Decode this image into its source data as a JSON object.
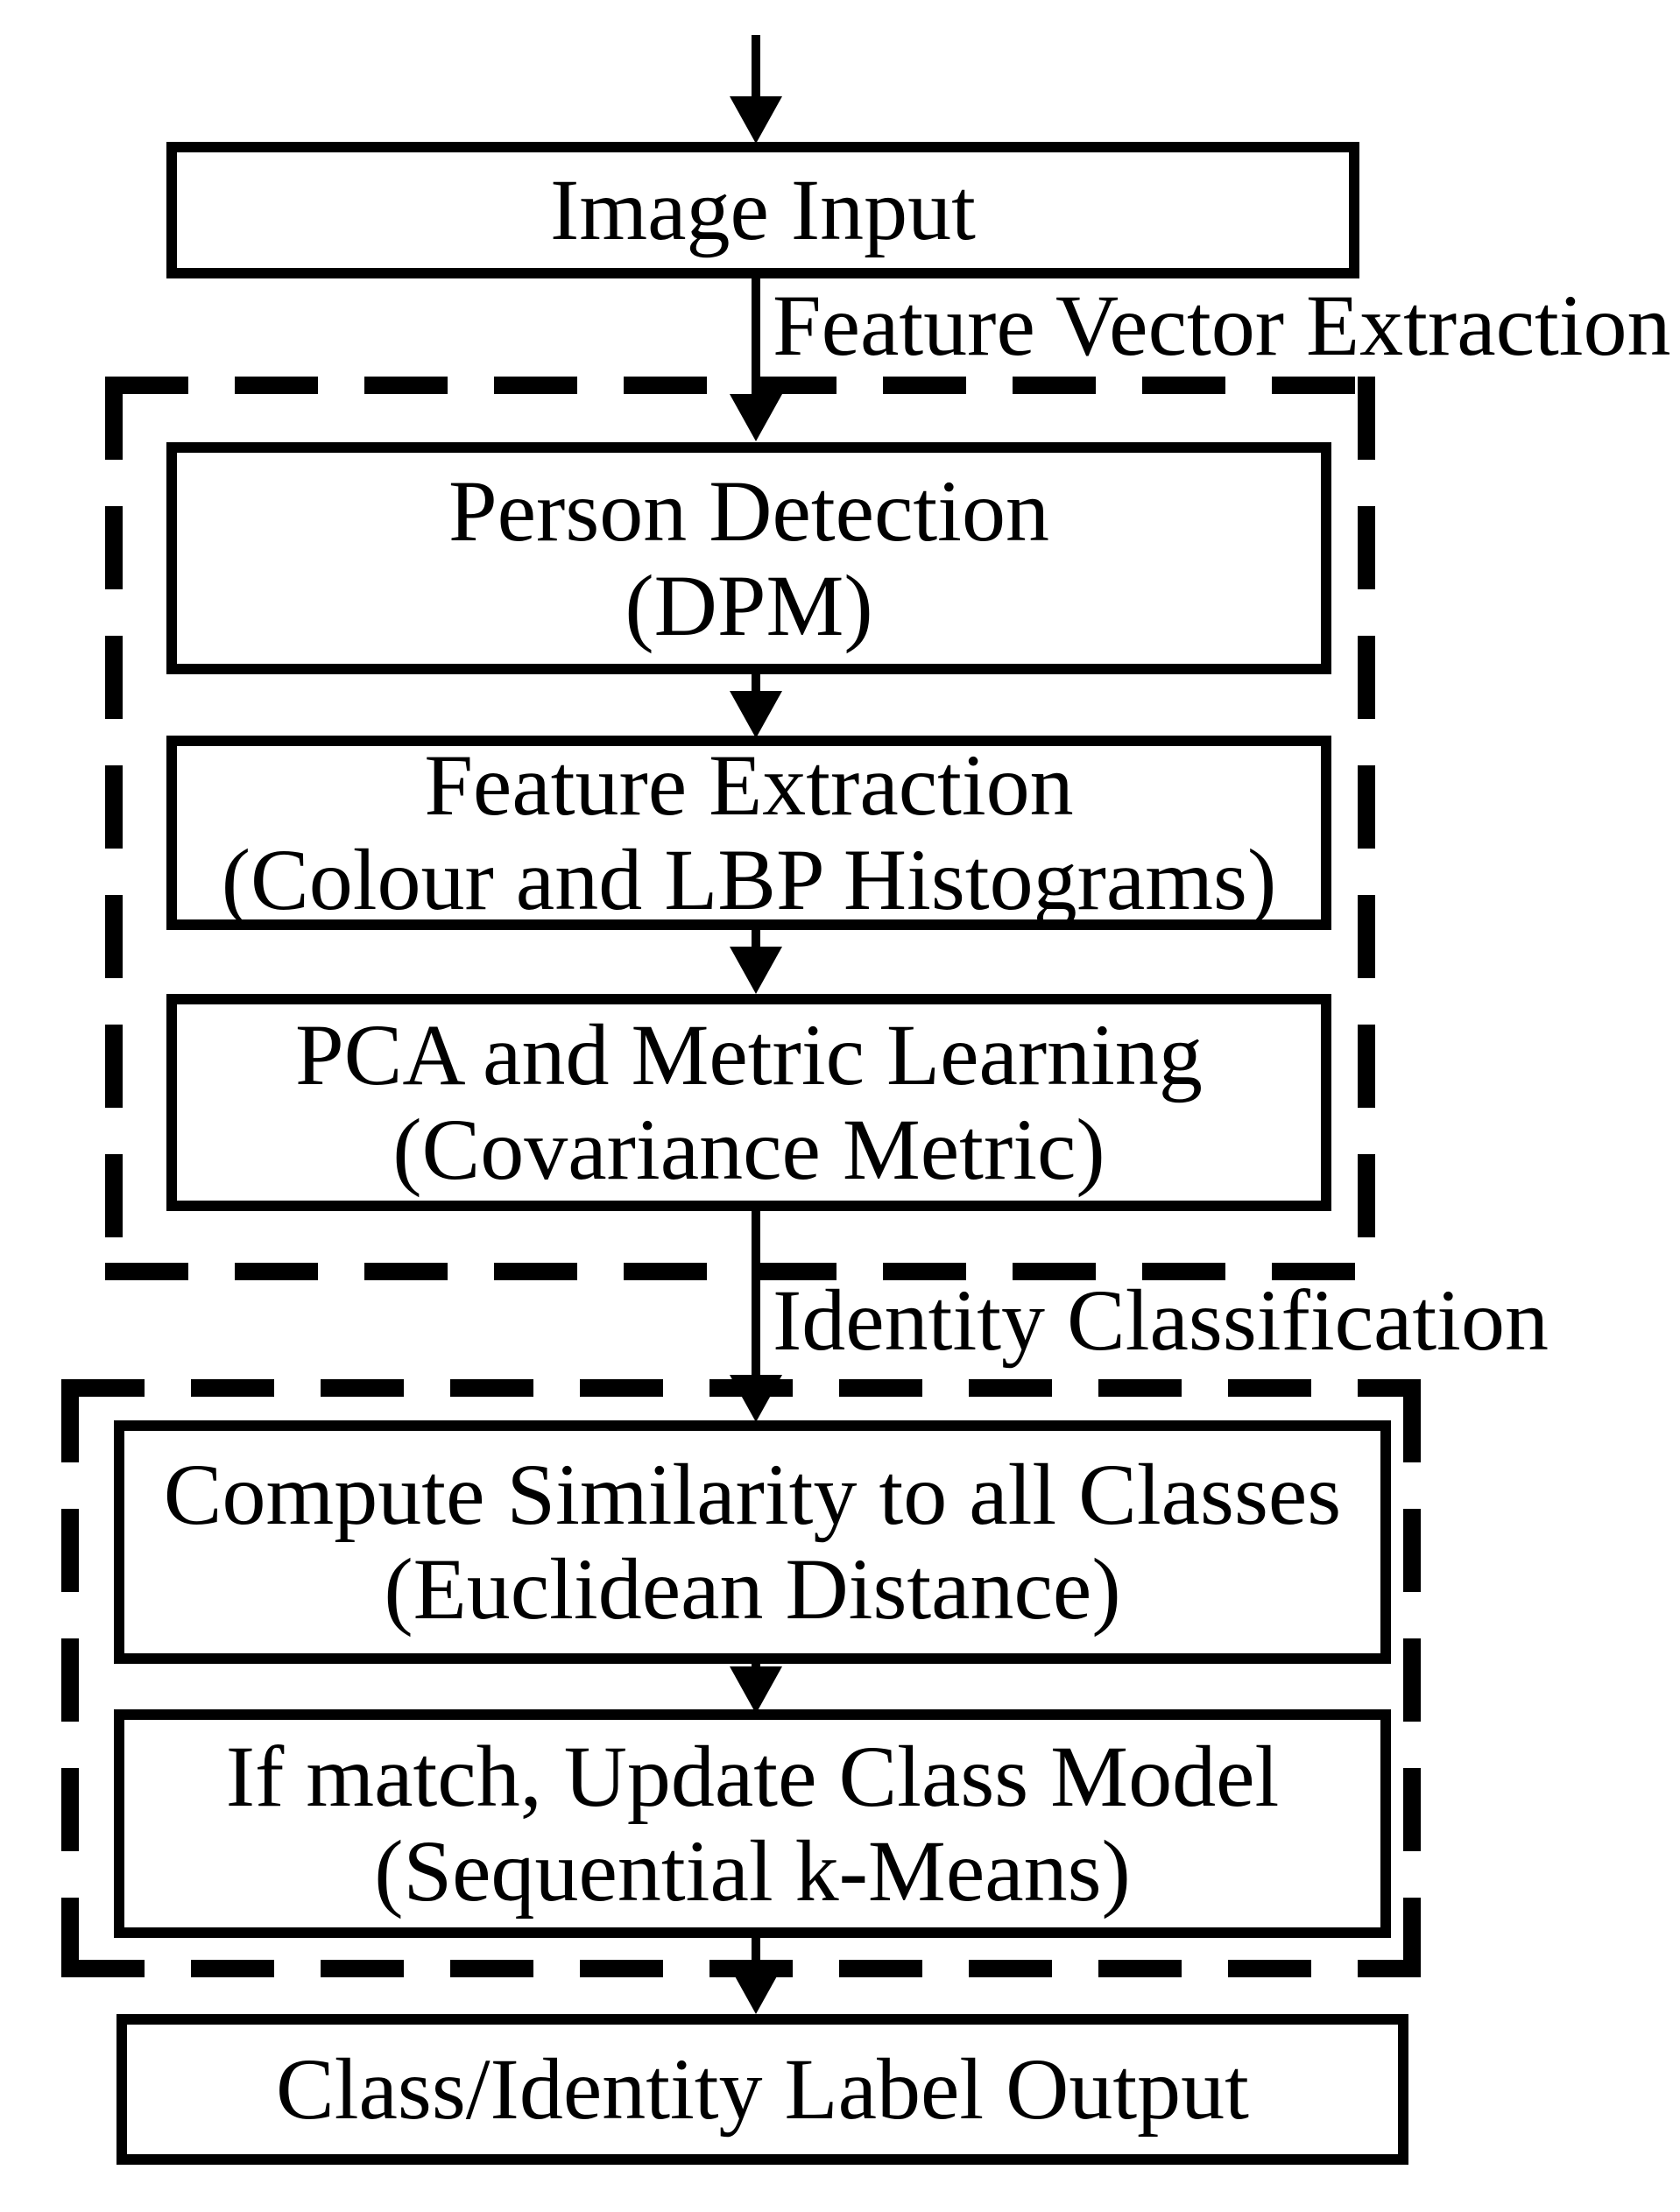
{
  "flowchart": {
    "stage_labels": {
      "feature_vector_extraction": "Feature Vector Extraction",
      "identity_classification": "Identity Classification"
    },
    "nodes": {
      "image_input": {
        "label": "Image Input"
      },
      "person_detection": {
        "line1": "Person Detection",
        "line2": "(DPM)"
      },
      "feature_extraction": {
        "line1": "Feature Extraction",
        "line2": "(Colour and LBP Histograms)"
      },
      "pca_metric_learning": {
        "line1": "PCA and Metric Learning",
        "line2": "(Covariance Metric)"
      },
      "compute_similarity": {
        "line1": "Compute Similarity to all Classes",
        "line2": "(Euclidean Distance)"
      },
      "update_class_model": {
        "line1": "If match, Update Class Model",
        "line2": "(Sequential k-Means)"
      },
      "class_identity_output": {
        "label": "Class/Identity Label Output"
      }
    },
    "colors": {
      "ink": "#000000",
      "paper": "#ffffff"
    }
  }
}
